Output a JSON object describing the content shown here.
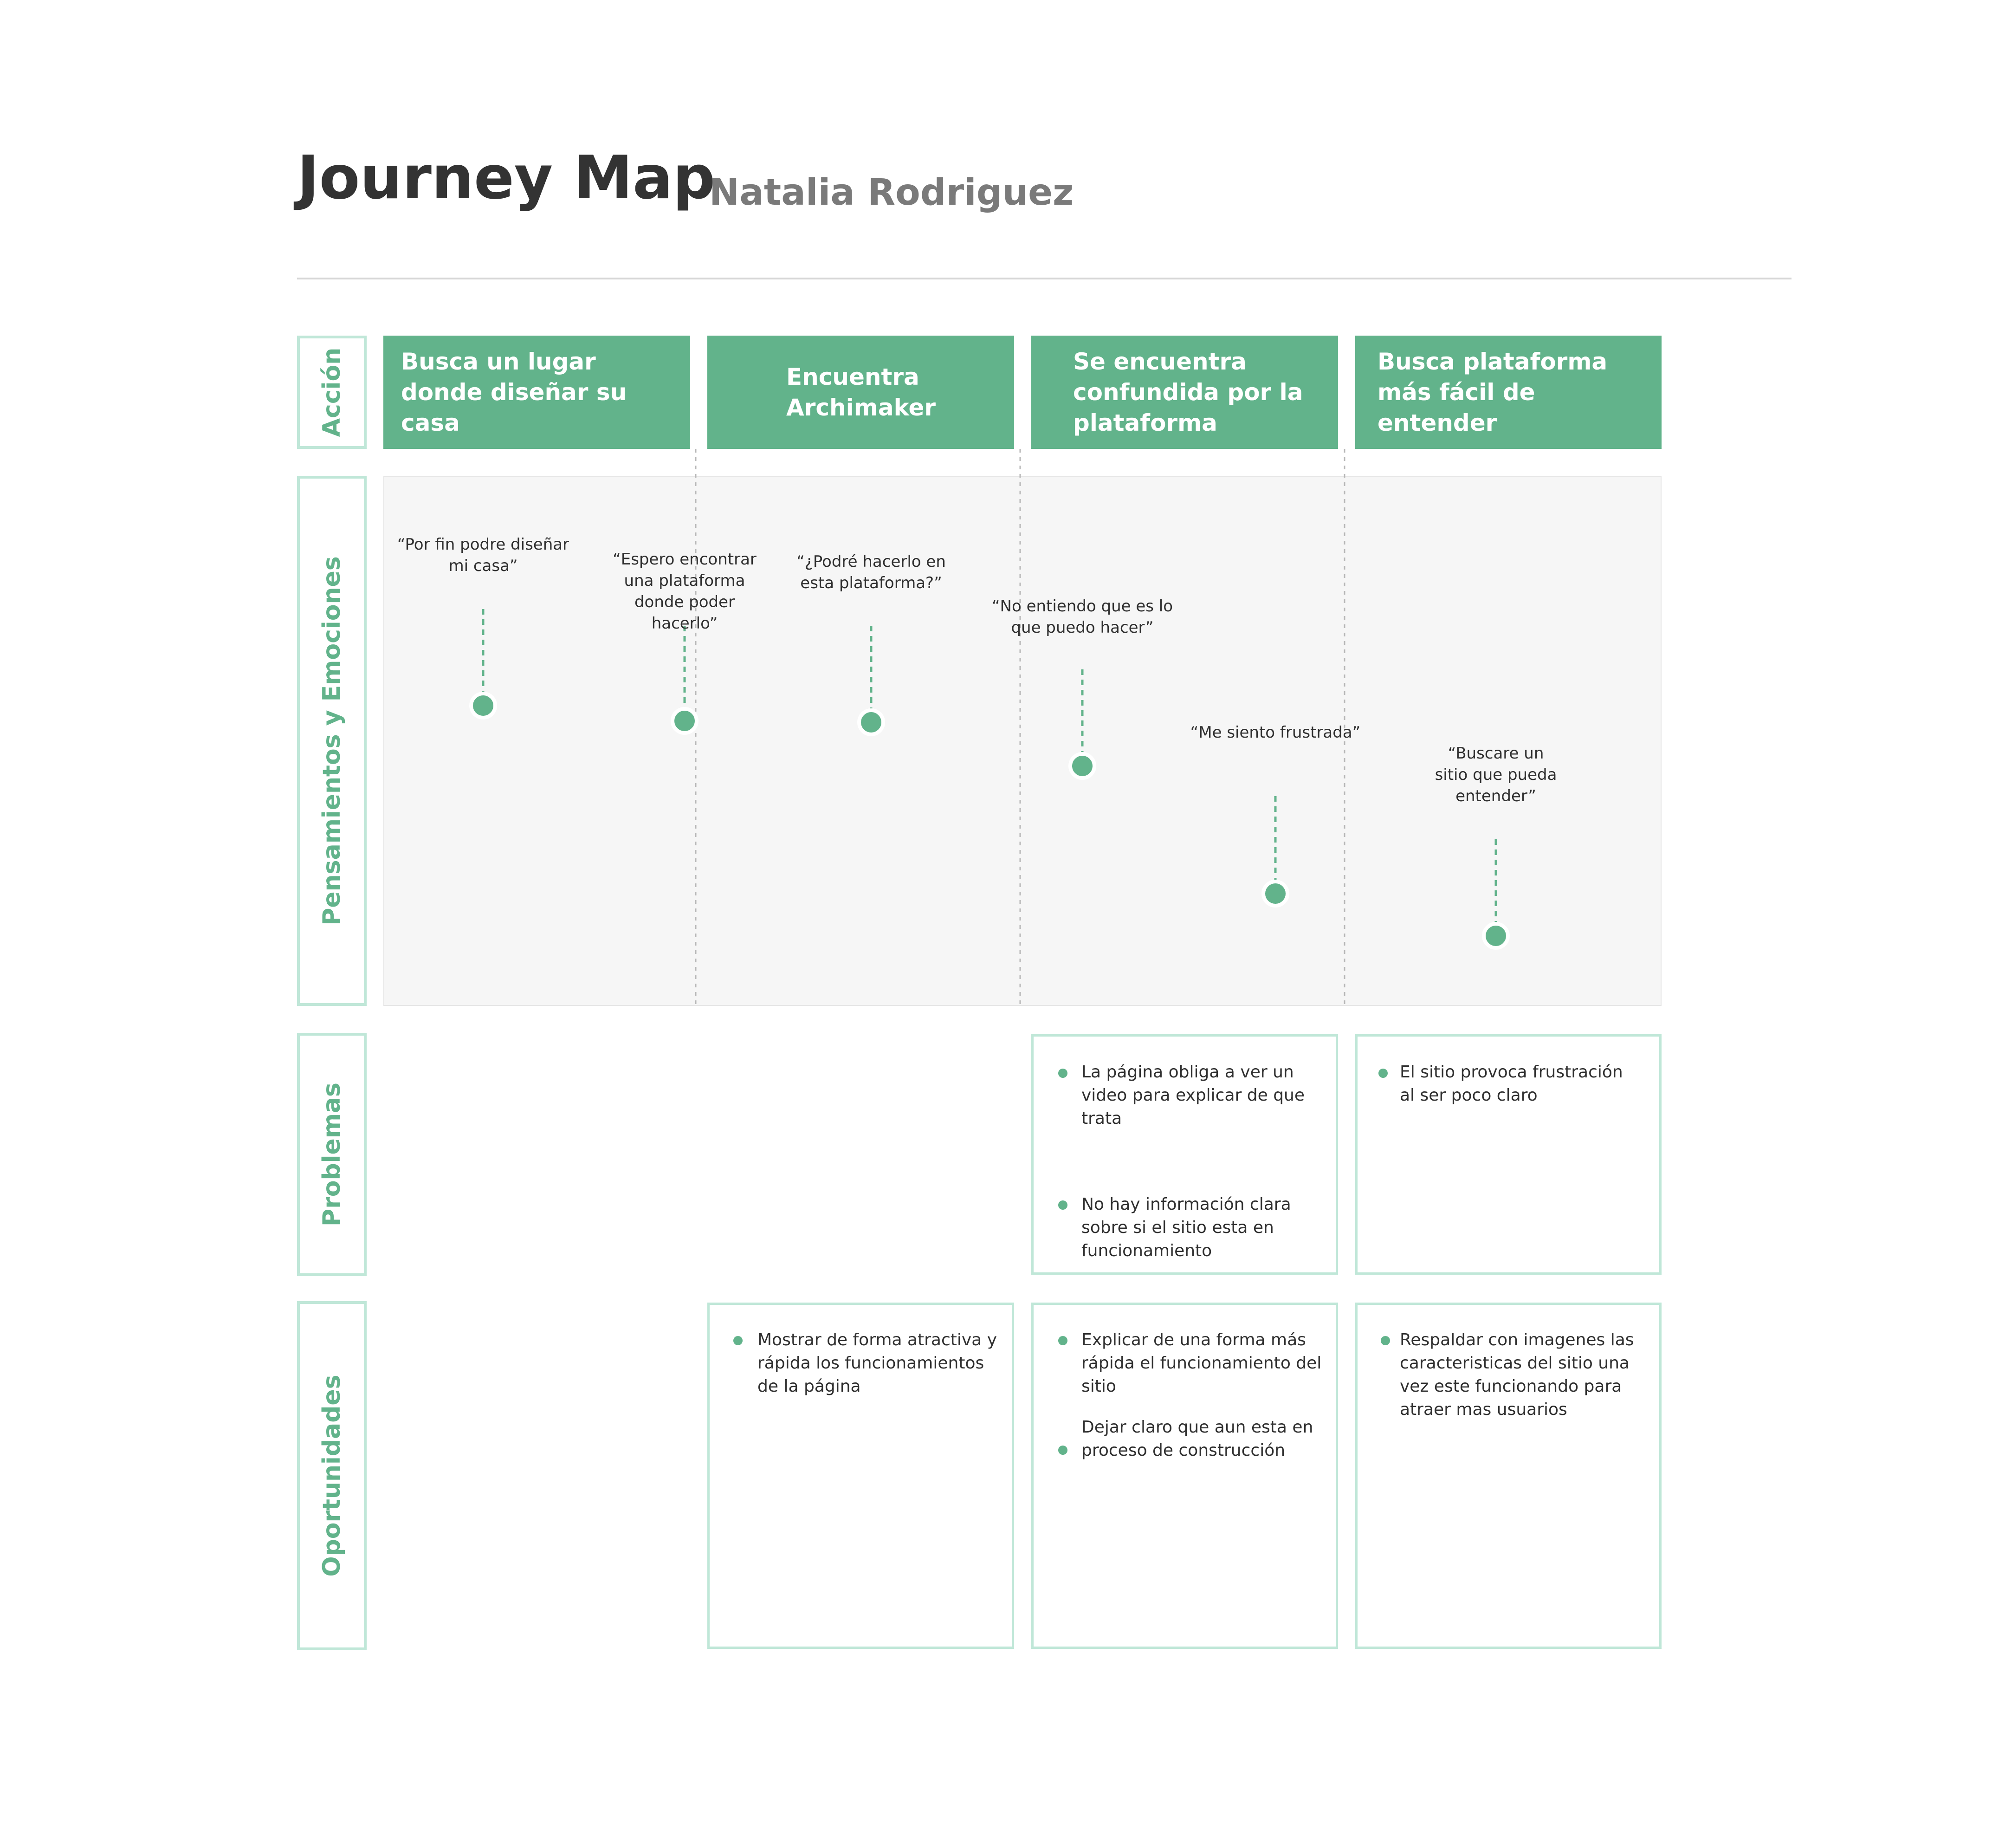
{
  "header": {
    "title": "Journey Map",
    "subtitle": "Natalia Rodriguez"
  },
  "rows": {
    "accion": "Acción",
    "pensamientos": "Pensamientos y Emociones",
    "problemas": "Problemas",
    "oportunidades": "Oportunidades"
  },
  "actions": [
    "Busca un lugar donde diseñar su casa",
    "Encuentra Archimaker",
    "Se encuentra confundida por la plataforma",
    "Busca plataforma más fácil de entender"
  ],
  "thoughts": [
    "“Por fin podre diseñar mi casa”",
    "“Espero encontrar una plataforma donde poder hacerlo”",
    "“¿Podré hacerlo en esta plataforma?”",
    "“No entiendo que es lo que puedo hacer”",
    "“Me siento frustrada”",
    "“Buscare un sitio que pueda entender”"
  ],
  "problems": {
    "col3": [
      "La página obliga a ver un video para explicar de que trata",
      "No hay información clara sobre si el sitio esta en funcionamiento"
    ],
    "col4": [
      "El sitio provoca frustración al ser poco claro"
    ]
  },
  "opportunities": {
    "col2": [
      "Mostrar de forma atractiva y rápida los funcionamientos de la página"
    ],
    "col3": [
      "Explicar de una forma más rápida el funcionamiento del sitio",
      "Dejar claro que aun esta en proceso de construcción"
    ],
    "col4": [
      "Respaldar con imagenes las caracteristicas del sitio una vez este funcionando para atraer mas usuarios"
    ]
  },
  "colors": {
    "accent": "#62b38b",
    "border": "#c0e7d8",
    "panel": "#f6f6f6",
    "text": "#333333",
    "muted": "#7a7a7a"
  }
}
